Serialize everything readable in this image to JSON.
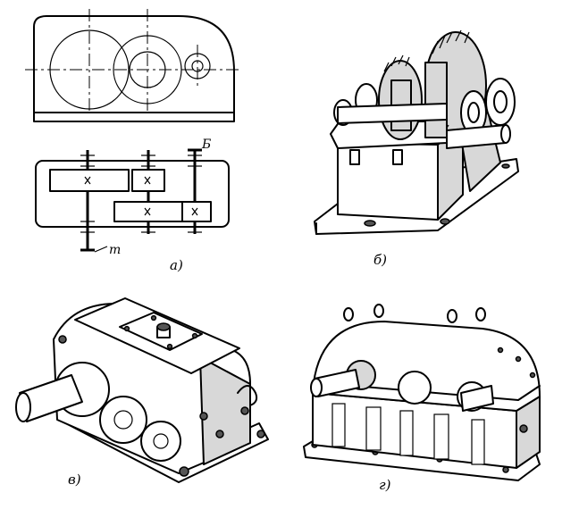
{
  "figure": {
    "panels": [
      {
        "id": "a",
        "label": "а)",
        "description_view": "gearbox-scheme"
      },
      {
        "id": "b",
        "label": "б)"
      },
      {
        "id": "v",
        "label": "в)"
      },
      {
        "id": "g",
        "label": "г)"
      }
    ],
    "scheme_labels": {
      "output_shaft": "Б",
      "input_shaft": "т"
    },
    "colors": {
      "ink": "#000000",
      "paper": "#ffffff",
      "shade": "#d8d8d8"
    }
  }
}
